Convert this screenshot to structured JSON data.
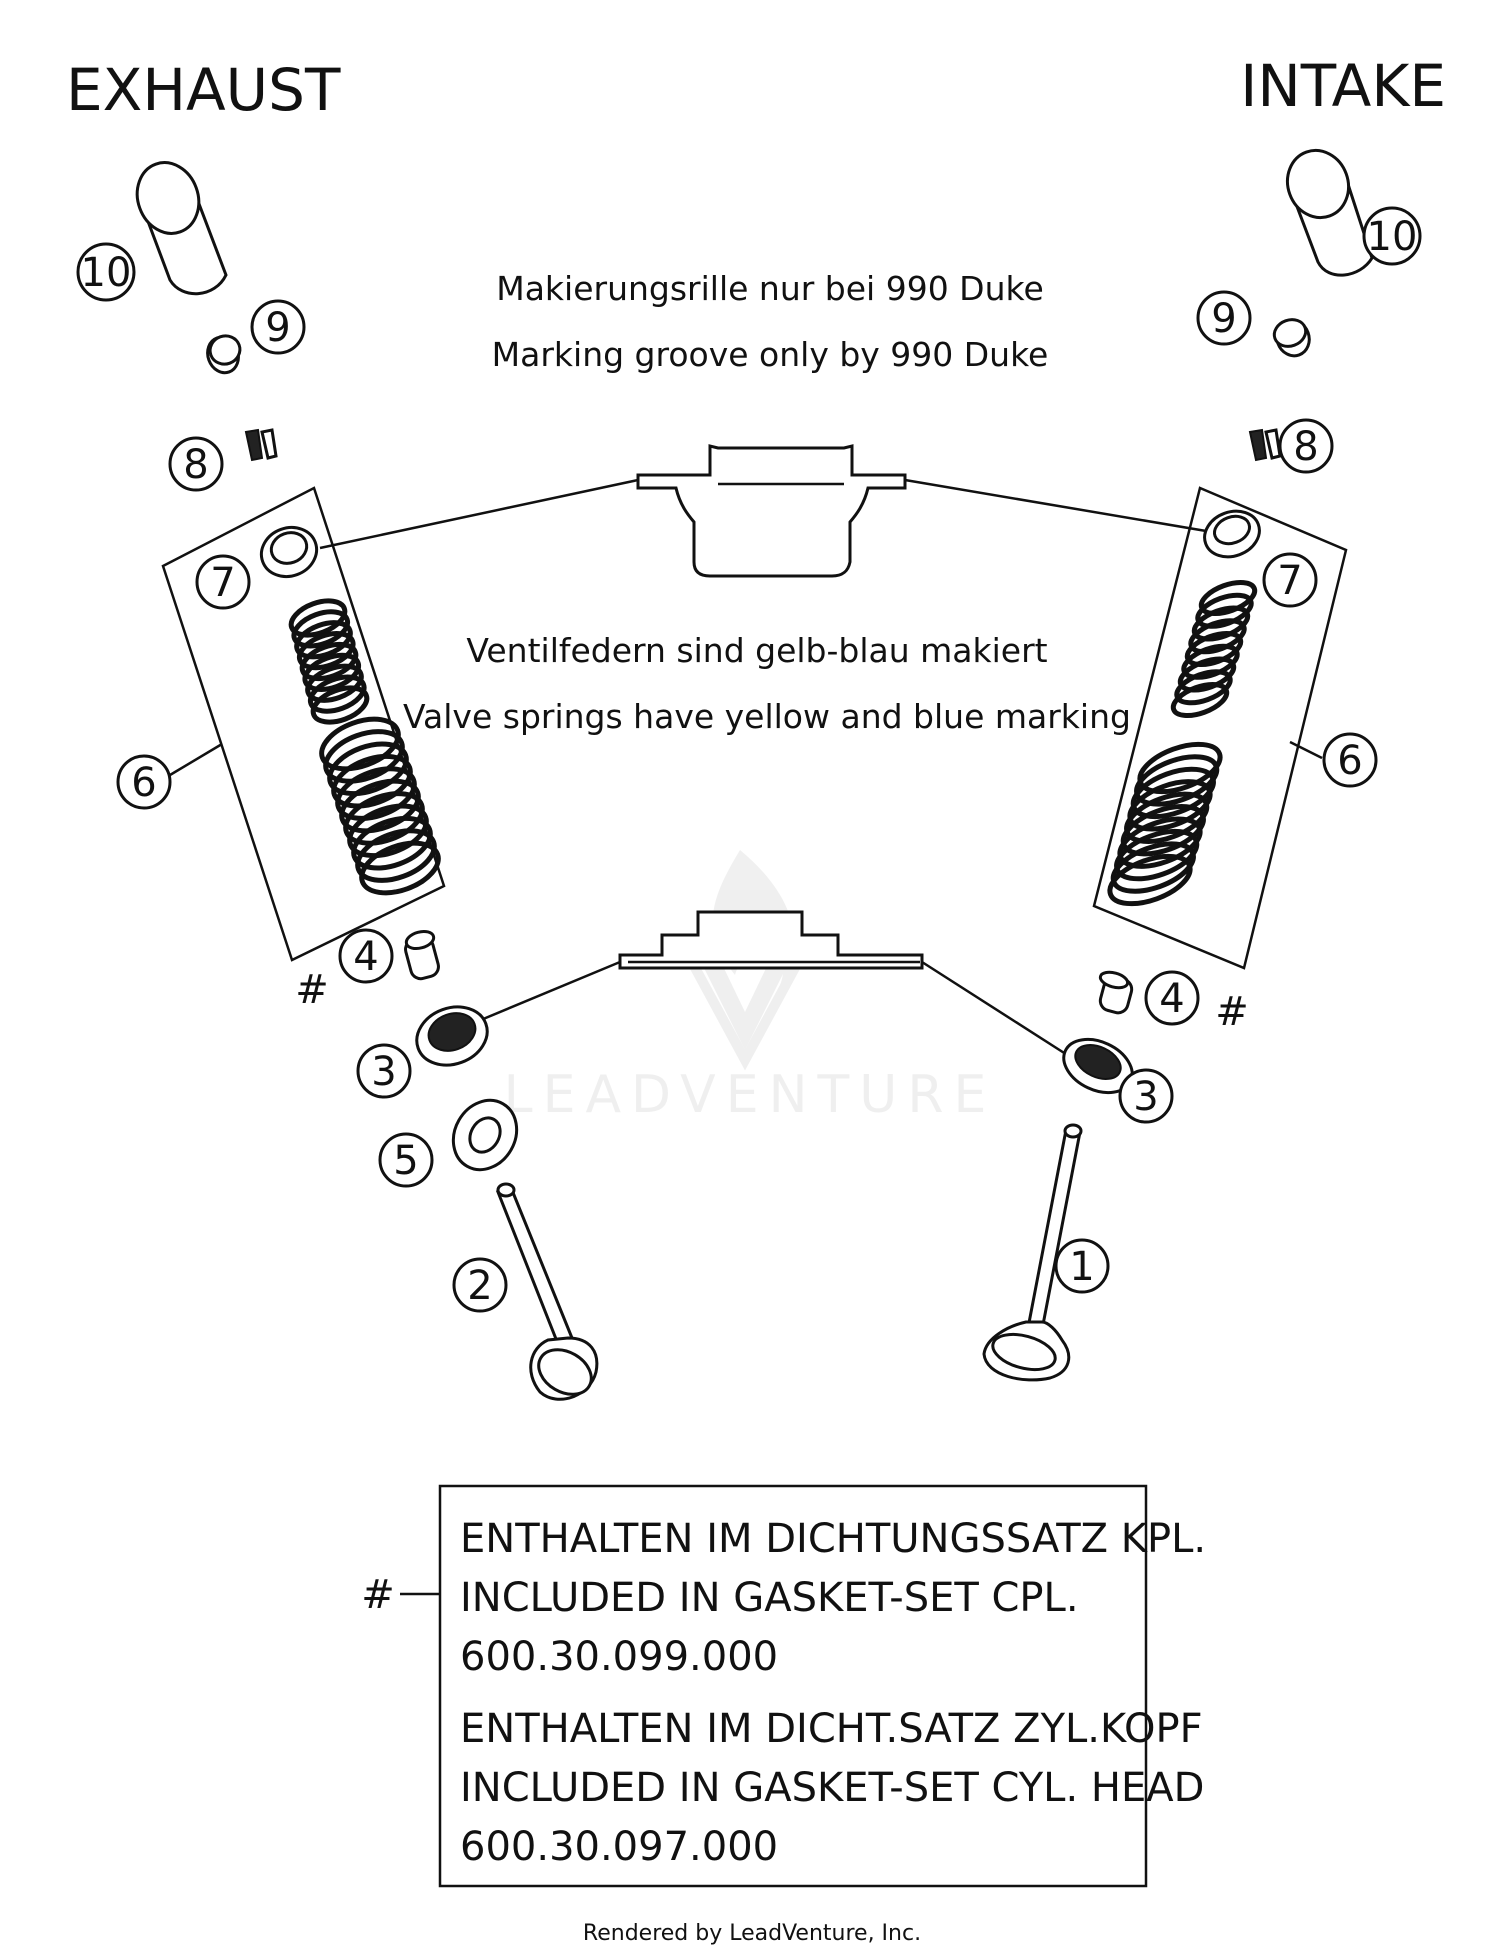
{
  "headers": {
    "exhaust": "EXHAUST",
    "intake": "INTAKE"
  },
  "notes": {
    "groove_de": "Makierungsrille nur bei 990 Duke",
    "groove_en": "Marking groove only by 990 Duke",
    "springs_de": "Ventilfedern sind gelb-blau makiert",
    "springs_en": "Valve springs have yellow and blue marking"
  },
  "part_numbers": [
    "1",
    "2",
    "3",
    "4",
    "5",
    "6",
    "7",
    "8",
    "9",
    "10"
  ],
  "hash_mark": "#",
  "legend": {
    "hash": "#",
    "lines": [
      "ENTHALTEN IM DICHTUNGSSATZ KPL.",
      "INCLUDED IN GASKET-SET CPL.",
      "600.30.099.000",
      "ENTHALTEN IM DICHT.SATZ ZYL.KOPF",
      "INCLUDED IN GASKET-SET CYL. HEAD",
      "600.30.097.000"
    ]
  },
  "watermark": {
    "text": "LEADVENTURE",
    "logo_icon": "flame-v-logo-icon"
  },
  "footer": "Rendered by LeadVenture, Inc."
}
